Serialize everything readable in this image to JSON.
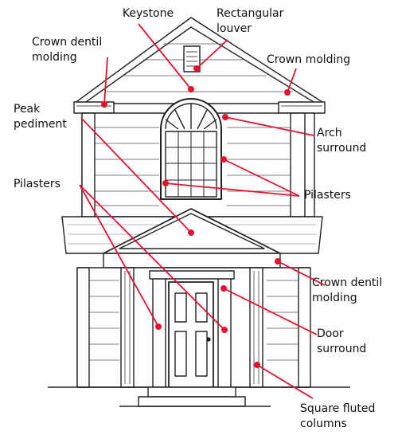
{
  "colors": {
    "ink": "#222222",
    "line": "#e8112d",
    "dot": "#e8112d"
  },
  "labels": {
    "keystone": "Keystone",
    "rectangular_louver": "Rectangular\nlouver",
    "crown_dentil_molding_top": "Crown dentil\nmolding",
    "crown_molding": "Crown molding",
    "peak_pediment": "Peak\npediment",
    "arch_surround": "Arch\nsurround",
    "pilasters_left": "Pilasters",
    "pilasters_right": "Pilasters",
    "crown_dentil_molding_lower": "Crown dentil\nmolding",
    "door_surround": "Door\nsurround",
    "square_fluted_columns": "Square fluted\ncolumns"
  }
}
